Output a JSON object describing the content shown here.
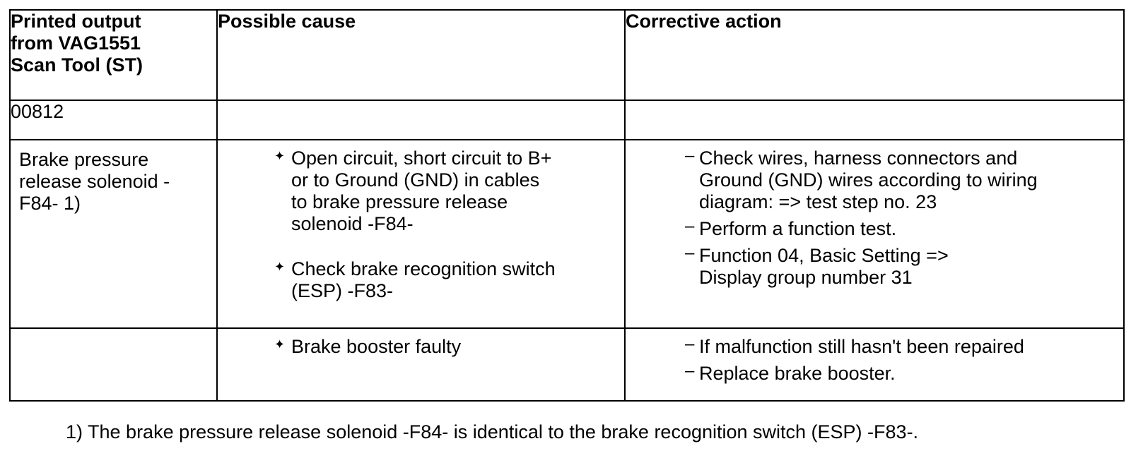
{
  "table": {
    "headers": [
      [
        "Printed output",
        "from VAG1551",
        "Scan Tool (ST)"
      ],
      [
        "Possible cause"
      ],
      [
        "Corrective action"
      ]
    ],
    "code_row": {
      "code": "00812",
      "cause": "",
      "action": ""
    },
    "main_row": {
      "output_lines": [
        "Brake pressure",
        "release solenoid -",
        "F84- 1)"
      ],
      "causes": [
        [
          "Open circuit, short circuit to B+",
          "or to Ground (GND) in cables",
          "to brake pressure release",
          "solenoid -F84-"
        ],
        [
          "Check brake recognition switch",
          "(ESP) -F83-"
        ]
      ],
      "actions": [
        [
          "Check wires, harness connectors and",
          "Ground (GND) wires according to wiring",
          "diagram: => test step no. 23"
        ],
        [
          "Perform a function test."
        ],
        [
          "Function 04, Basic Setting =>",
          "Display group number 31"
        ]
      ]
    },
    "last_row": {
      "output": "",
      "causes": [
        [
          "Brake booster faulty"
        ]
      ],
      "actions": [
        [
          "If malfunction still hasn't been repaired"
        ],
        [
          "Replace brake booster."
        ]
      ]
    },
    "bullet_glyph": "✦",
    "dash_glyph": "–"
  },
  "footnote": "1) The brake pressure release solenoid -F84- is identical to the brake recognition switch (ESP) -F83-."
}
